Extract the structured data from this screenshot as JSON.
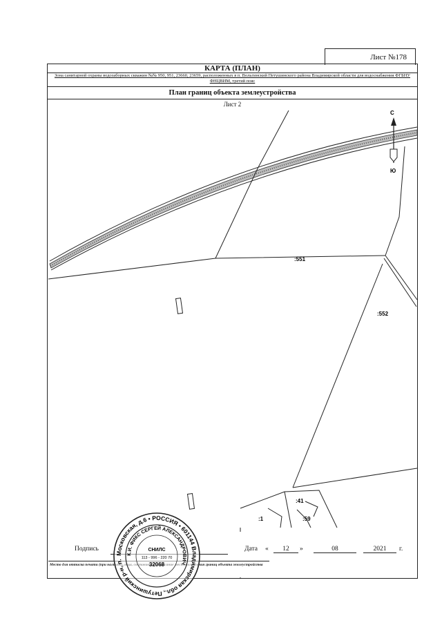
{
  "sheet": {
    "number_label": "Лист №178"
  },
  "header": {
    "title": "КАРТА (ПЛАН)",
    "description": "Зона санитарной охраны водозаборных скважин №№ 950, 951, 23660, 23659, расположенных в п. Вольгинский Петушинского района Владимирской области для водоснабжения ФГБНУ ФНЦВИМ, третий пояс",
    "plan_title": "План границ объекта землеустройства",
    "subsheet": "Лист 2"
  },
  "compass": {
    "north": "С",
    "south": "Ю"
  },
  "parcels": {
    "p551": ":551",
    "p552": ":552",
    "p41": ":41",
    "p1": ":1",
    "p59": ":59"
  },
  "footer": {
    "signature_label": "Подпись",
    "date_label": "Дата",
    "quote_open": "«",
    "day": "12",
    "quote_close": "»",
    "month": "08",
    "year": "2021",
    "year_suffix": "г.",
    "stamp_note": "Место для оттиска печати (при наличии) лица, составившего описание местоположения границ объекта землеустройства"
  },
  "seal": {
    "outer_text": "Московская, д.6 • РОССИЯ • 601144 Владимирская обл., Петушинский р-н, п. Вольгинский, ул.",
    "inner_text": "К.И. ФИКС СЕРГЕЙ АЛЕКСАНДРОВИЧ",
    "center_label": "СНИЛС",
    "snils": "113 - 996 - 220 70",
    "registry": "32068"
  }
}
